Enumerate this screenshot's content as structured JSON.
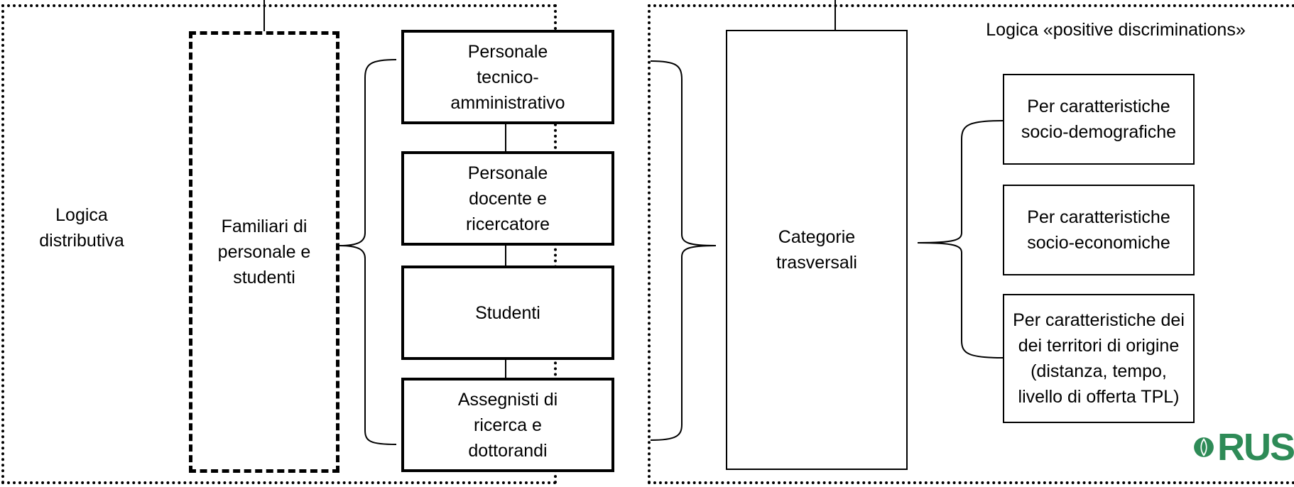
{
  "left_panel": {
    "title": "Logica\ndistributiva",
    "family_box": "Familiari di\npersonale e\nstudenti",
    "categories": [
      "Personale\ntecnico-\namministrativo",
      "Personale\ndocente e\nricercatore",
      "Studenti",
      "Assegnisti di\nricerca e\ndottorandi"
    ]
  },
  "right_panel": {
    "title": "Logica «positive discriminations»",
    "transversal_box": "Categorie\ntrasversali",
    "criteria": [
      "Per caratteristiche\nsocio-demografiche",
      "Per caratteristiche\nsocio-economiche",
      "Per caratteristiche dei\ndei territori di origine\n(distanza, tempo,\nlivello di offerta TPL)"
    ]
  },
  "logo": {
    "text": "RUS",
    "icon": "leaf-globe-icon",
    "color": "#2e8b57"
  }
}
